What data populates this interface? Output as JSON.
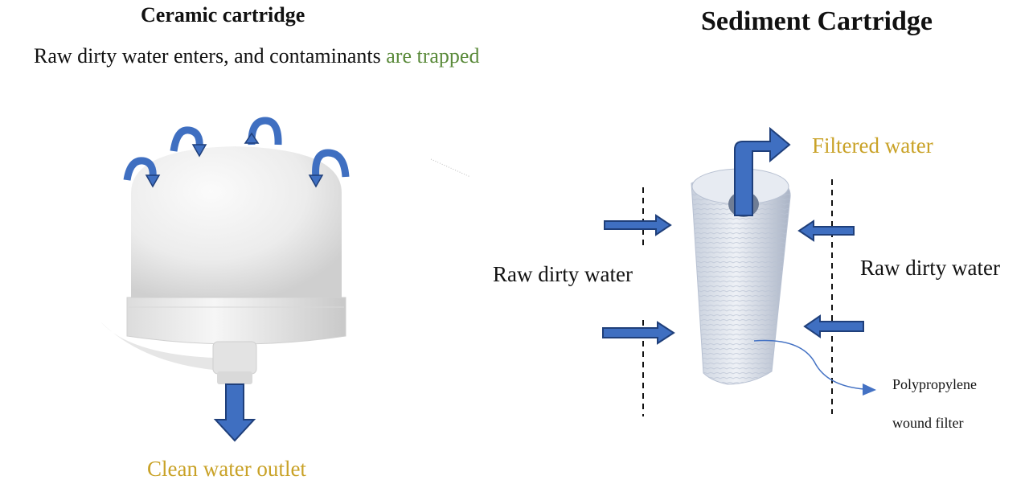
{
  "ceramic": {
    "title": "Ceramic cartridge",
    "description_part1": "Raw dirty water enters, and contaminants ",
    "description_part2": "are trapped",
    "outlet_label": "Clean water outlet"
  },
  "sediment": {
    "title": "Sediment Cartridge",
    "filtered_label": "Filtered water",
    "raw_left_label": "Raw dirty water",
    "raw_right_label": "Raw dirty water",
    "material_line1": "Polypropylene",
    "material_line2": "wound filter"
  },
  "colors": {
    "arrow_fill": "#3f6fc1",
    "arrow_stroke": "#1f3f7a",
    "accent_gold": "#c9a227",
    "accent_green": "#5a8a3a"
  }
}
